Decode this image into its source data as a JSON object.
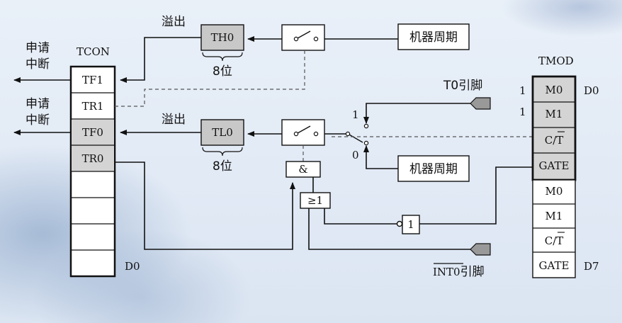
{
  "labels": {
    "request_interrupt_top": [
      "申请",
      "中断"
    ],
    "request_interrupt_bottom": [
      "申请",
      "中断"
    ],
    "tcon_title": "TCON",
    "tmod_title": "TMOD",
    "overflow_top": "溢出",
    "overflow_bottom": "溢出",
    "th0": "TH0",
    "tl0": "TL0",
    "bits_top": "8位",
    "bits_bottom": "8位",
    "machine_cycle_top": "机器周期",
    "machine_cycle_bottom": "机器周期",
    "t0_pin": "T0引脚",
    "int0_bar": "INT0",
    "int0_suffix": "引脚",
    "and_gate": "&",
    "or_gate": "≥1",
    "not_gate": "1",
    "switch_pos_1": "1",
    "switch_pos_0": "0",
    "tcon_d0": "D0",
    "tmod_d0": "D0",
    "tmod_d7": "D7",
    "m0_value": "1",
    "m1_value": "1"
  },
  "tcon_cells": [
    "TF1",
    "TR1",
    "TF0",
    "TR0",
    "",
    "",
    "",
    ""
  ],
  "tmod_upper": [
    "M0",
    "M1",
    "C/T",
    "GATE"
  ],
  "tmod_lower": [
    "M0",
    "M1",
    "C/T",
    "GATE"
  ],
  "colors": {
    "line": "#111111",
    "dashed": "#555555",
    "shaded_cell": "#d4d4d4",
    "tcon_fill": "#ffffff",
    "tmod_lower_fill": "#ffffff"
  }
}
